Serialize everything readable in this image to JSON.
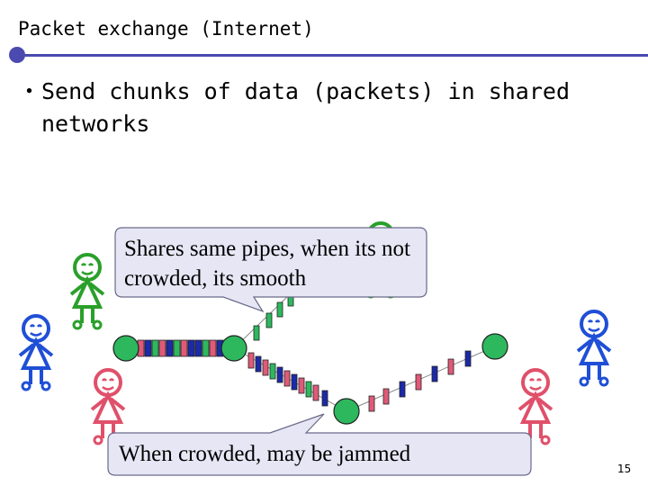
{
  "slide": {
    "title": "Packet exchange (Internet)",
    "bullet_marker": "・",
    "bullet_text": "Send chunks of data (packets) in shared networks",
    "callout_top": "Shares same pipes, when its not crowded, its smooth",
    "callout_bottom": "When crowded, may be jammed",
    "page_number": "15"
  },
  "colors": {
    "accent": "#4a4ab0",
    "node_fill": "#2db85e",
    "green_figure": "#2aa02a",
    "blue_figure": "#1f4fd6",
    "red_figure": "#e0506a",
    "callout_fill": "#e6e6f5",
    "callout_border": "#6a6a8a"
  }
}
